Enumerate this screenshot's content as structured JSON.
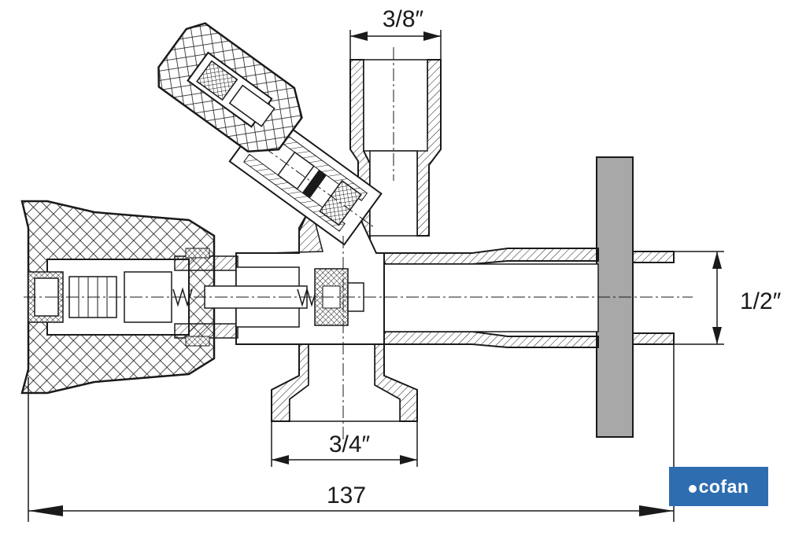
{
  "dimensions": {
    "top_outlet": "3/8″",
    "right_outlet": "1/2″",
    "bottom_inlet": "3/4″",
    "overall_length": "137"
  },
  "logo": {
    "text": "cofan",
    "color": "#2e6db0",
    "icon": "search-dot-icon"
  },
  "colors": {
    "line": "#1a1a1a",
    "flange_fill": "#a8a8a8",
    "hatch": "#1a1a1a"
  }
}
